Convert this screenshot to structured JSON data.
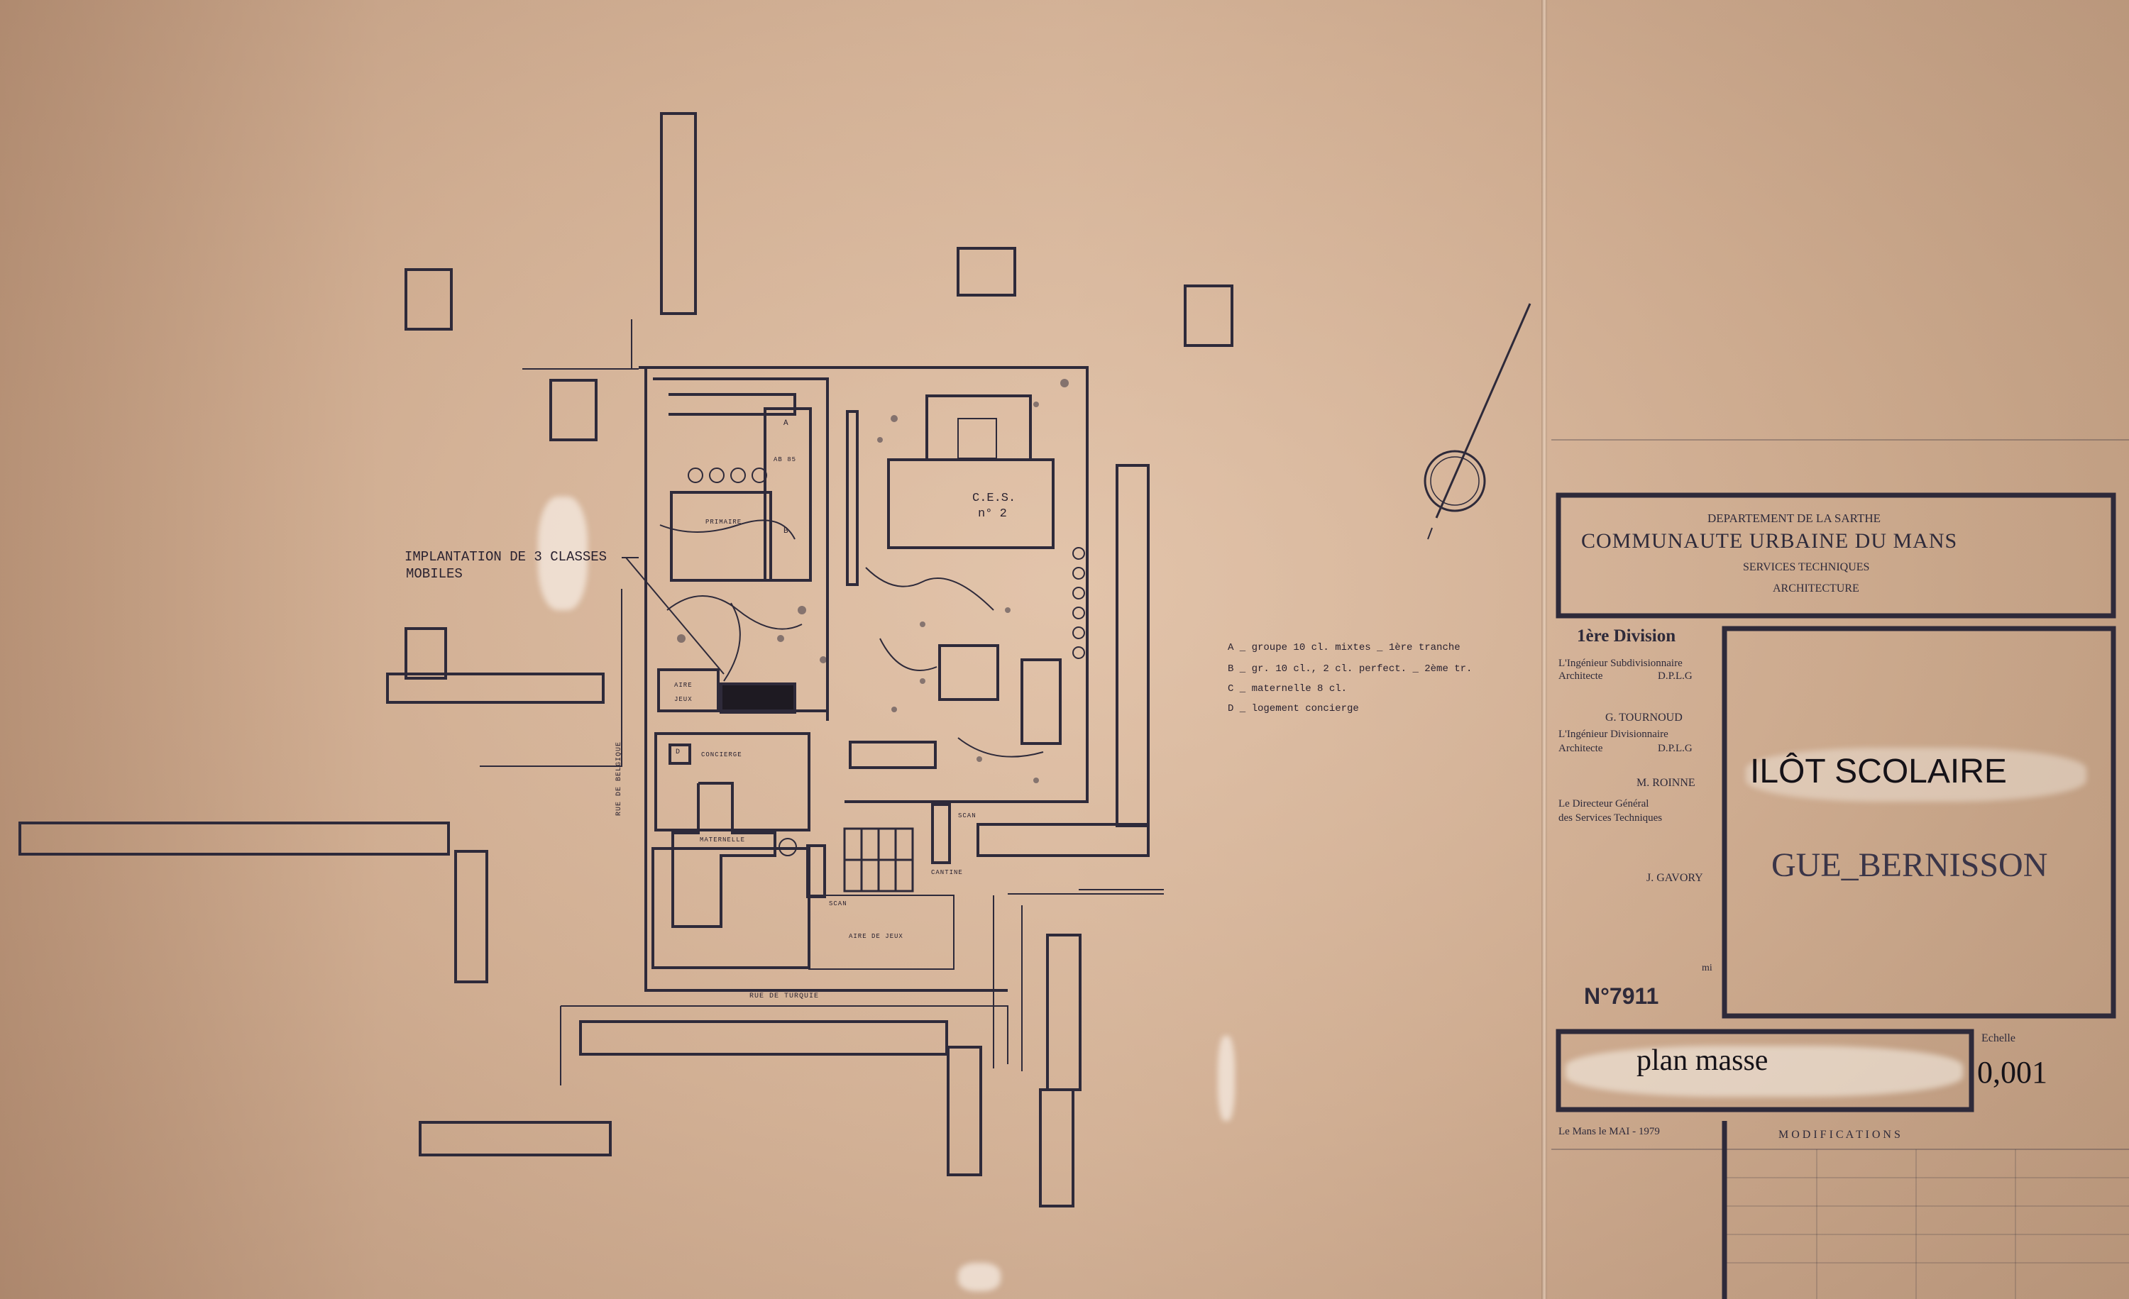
{
  "plan": {
    "annotation_mobiles_line1": "IMPLANTATION   DE 3 CLASSES",
    "annotation_mobiles_line2": "MOBILES",
    "buildings": {
      "a_label": "A",
      "a_sub": "AB 85",
      "b_label": "B",
      "primaire": "PRIMAIRE",
      "ces_line1": "C.E.S.",
      "ces_line2": "n° 2",
      "aire_jeux_1": "AIRE",
      "aire_jeux_2": "JEUX",
      "d_label": "D",
      "concierge": "CONCIERGE",
      "maternelle": "MATERNELLE",
      "cantine": "CANTINE",
      "scan_1": "SCAN",
      "scan_2": "SCAN",
      "aire_de_jeux": "AIRE DE JEUX"
    },
    "streets": {
      "rue_de_belgique": "RUE DE BELGIQUE",
      "rue_de_turquie": "RUE DE TURQUIE"
    },
    "legend": [
      "A _ groupe 10 cl. mixtes _ 1ère tranche",
      "B _ gr. 10 cl., 2 cl. perfect. _ 2ème tr.",
      "C _ maternelle 8 cl.",
      "D _ logement concierge"
    ]
  },
  "title_block": {
    "header": {
      "line1": "DEPARTEMENT  DE  LA  SARTHE",
      "line2": "COMMUNAUTE   URBAINE   DU   MANS",
      "line3": "SERVICES   TECHNIQUES",
      "line4": "ARCHITECTURE"
    },
    "division": "1ère Division",
    "signatories": [
      {
        "role_line1": "L'Ingénieur Subdivisionnaire",
        "role_line2": "Architecte",
        "credential": "D.P.L.G",
        "name": "G. TOURNOUD"
      },
      {
        "role_line1": "L'Ingénieur Divisionnaire",
        "role_line2": "Architecte",
        "credential": "D.P.L.G",
        "name": "M. ROINNE"
      },
      {
        "role_line1": "Le Directeur Général",
        "role_line2": "des Services Techniques",
        "credential": "",
        "name": "J. GAVORY"
      }
    ],
    "project_line1": "ILÔT   SCOLAIRE",
    "project_line2": "GUE_BERNISSON",
    "number": "N°7911",
    "drawing_title": "plan   masse",
    "scale_label": "Echelle",
    "scale_value": "0,001",
    "date": "Le Mans le MAI - 1979",
    "modifications": "M O D I F I C A T I O N S",
    "mi": "mi"
  },
  "colors": {
    "ink": "#2e2a3a",
    "paper": "#d2b196"
  }
}
